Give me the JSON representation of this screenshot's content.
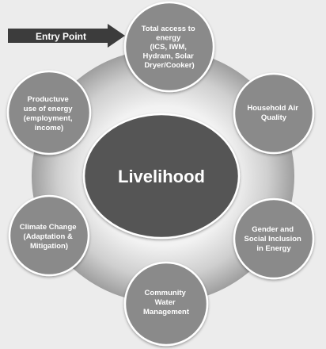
{
  "center": {
    "label": "Livelihood"
  },
  "entry": {
    "label": "Entry Point"
  },
  "nodes": [
    {
      "id": "total-access",
      "lines": [
        "Total access to",
        "energy",
        "(ICS, IWM,",
        "Hydram, Solar",
        "Dryer/Cooker)"
      ]
    },
    {
      "id": "household-air",
      "lines": [
        "Household Air",
        "Quality"
      ]
    },
    {
      "id": "gender-inclusion",
      "lines": [
        "Gender and",
        "Social Inclusion",
        "in Energy"
      ]
    },
    {
      "id": "community-water",
      "lines": [
        "Community",
        "Water",
        "Management"
      ]
    },
    {
      "id": "climate-change",
      "lines": [
        "Climate Change",
        "(Adaptation &",
        "Mitigation)"
      ]
    },
    {
      "id": "productive-use",
      "lines": [
        "Productuve",
        "use of energy",
        "(employment,",
        "income)"
      ]
    }
  ],
  "colors": {
    "background": "#ececec",
    "node_fill": "#8a8a8a",
    "node_stroke": "#ffffff",
    "center_fill": "#555555",
    "ring_outer": "#b5b5b5",
    "ring_inner": "#f5f5f5",
    "arrow_fill": "#3c3c3c",
    "text": "#ffffff"
  }
}
